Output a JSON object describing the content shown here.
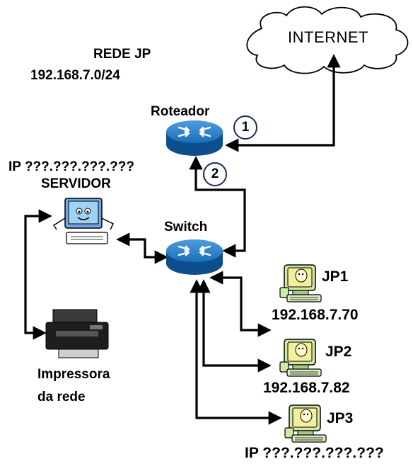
{
  "network": {
    "name": "REDE JP",
    "subnet": "192.168.7.0/24"
  },
  "internet_label": "INTERNET",
  "router_label": "Roteador",
  "switch_label": "Switch",
  "link_numbers": [
    "1",
    "2"
  ],
  "server": {
    "ip": "IP ???.???.???.???",
    "label": "SERVIDOR"
  },
  "printer": {
    "line1": "Impressora",
    "line2": "da rede"
  },
  "hosts": [
    {
      "name": "JP1",
      "ip": "192.168.7.70"
    },
    {
      "name": "JP2",
      "ip": "192.168.7.82"
    },
    {
      "name": "JP3",
      "ip": "IP ???.???.???.???"
    }
  ],
  "colors": {
    "device_blue": "#1a6fb8",
    "device_dark": "#0d4f8c",
    "monitor_yellow": "#f3ef9a",
    "monitor_frame": "#cfe9a6",
    "badge_border": "#1b2a5c"
  },
  "icons": {
    "internet": "cloud-icon",
    "router": "router-icon",
    "switch": "switch-icon",
    "server": "server-computer-icon",
    "printer": "printer-icon",
    "host": "desktop-computer-icon"
  }
}
